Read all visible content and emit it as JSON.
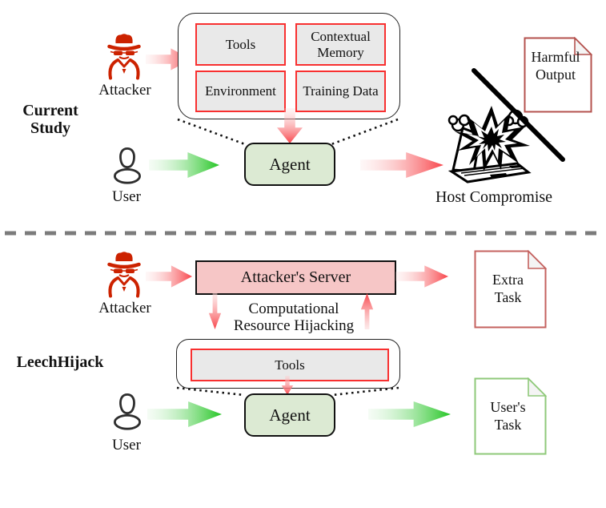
{
  "figure": {
    "top": {
      "section_label": "Current Study",
      "attacker_label": "Attacker",
      "user_label": "User",
      "framework": {
        "boxes": [
          "Tools",
          "Contextual Memory",
          "Environment",
          "Training Data"
        ]
      },
      "agent_label": "Agent",
      "harmful_doc_line1": "Harmful",
      "harmful_doc_line2": "Output",
      "host_compromise_label": "Host Compromise"
    },
    "bottom": {
      "section_label": "LeechHijack",
      "attacker_label": "Attacker",
      "user_label": "User",
      "server_label": "Attacker's Server",
      "hijack_label_line1": "Computational",
      "hijack_label_line2": "Resource Hijacking",
      "tools_label": "Tools",
      "agent_label": "Agent",
      "extra_doc_line1": "Extra",
      "extra_doc_line2": "Task",
      "user_doc_line1": "User's",
      "user_doc_line2": "Task"
    },
    "colors": {
      "attacker_red": "#cc2200",
      "module_border_red": "#f83030",
      "module_fill_grey": "#e9e9e9",
      "agent_fill_green": "#dcead3",
      "server_fill_pink": "#f6c6c6",
      "arrow_red": "#f8444a",
      "arrow_green": "#24c524",
      "harmful_doc_border": "#b4524e",
      "extra_doc_border": "#c4625f",
      "user_doc_border": "#8fc97a",
      "divider_grey": "#7b7b7b"
    }
  }
}
